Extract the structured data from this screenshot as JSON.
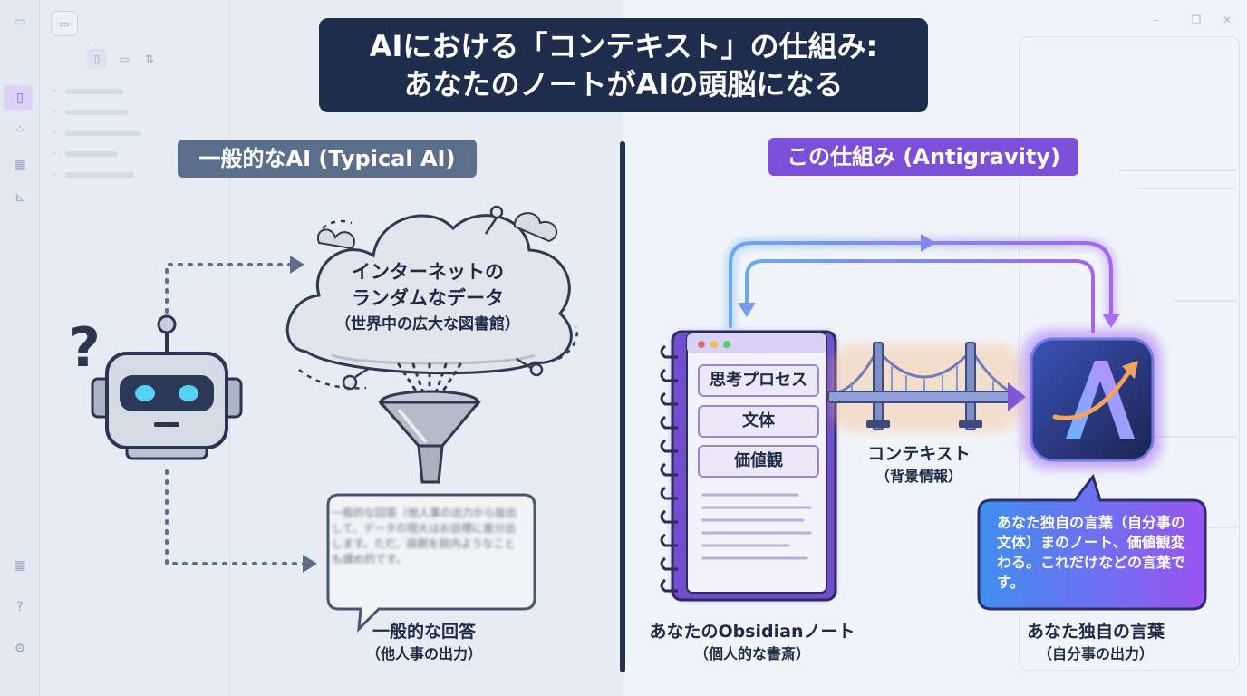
{
  "title": {
    "line1": "AIにおける「コンテキスト」の仕組み:",
    "line2": "あなたのノートがAIの頭脳になる"
  },
  "left": {
    "label": "一般的なAI (Typical AI)",
    "cloud": {
      "line1": "インターネットの",
      "line2": "ランダムなデータ",
      "line3": "（世界中の広大な図書館）"
    },
    "bubble_text": "一般的な回答（他人事の出力から抜出して、データの現大はお目標に差分出します。ただ、誤劇を鋭内ようなことも課め的です。",
    "caption": {
      "main": "一般的な回答",
      "sub": "（他人事の出力）"
    }
  },
  "right": {
    "label": "この仕組み (Antigravity)",
    "notebook_items": [
      "思考プロセス",
      "文体",
      "価値観"
    ],
    "bridge_label": {
      "main": "コンテキスト",
      "sub": "（背景情報）"
    },
    "ai_bubble_text": "あなた独自の言葉（自分事の文体）まのノート、価値観変わる。これだけなどの言葉です。",
    "notebook_caption": {
      "main": "あなたのObsidianノート",
      "sub": "（個人的な書斎）"
    },
    "ai_caption": {
      "main": "あなた独自の言葉",
      "sub": "（自分事の出力）"
    }
  },
  "colors": {
    "title_bg": "#1f2d4d",
    "left_tag": "#5b6f8a",
    "right_tag": "#7b4fd8",
    "accent_purple": "#8a5cf0",
    "accent_blue": "#5aa9f5",
    "bridge_orange": "#f7b27a"
  },
  "icons": {
    "robot": "robot-icon",
    "question": "question-mark-icon",
    "cloud": "cloud-icon",
    "funnel": "funnel-icon",
    "notebook": "notebook-icon",
    "bridge": "bridge-icon",
    "ai_logo": "ai-logo-icon"
  }
}
